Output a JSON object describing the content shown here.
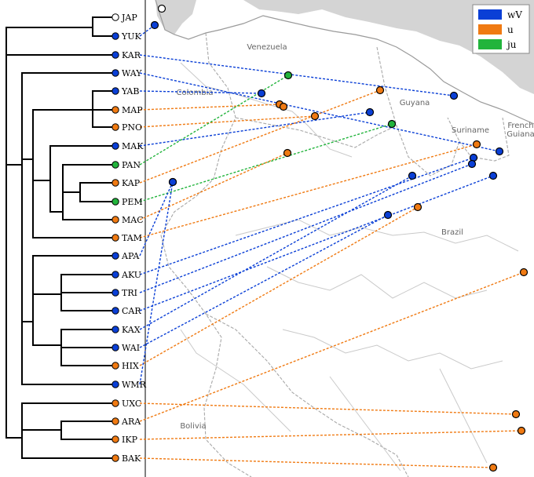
{
  "colors": {
    "wV": "#0a3fd6",
    "u": "#f07a12",
    "ju": "#22b43c",
    "JAP": "#ffffff",
    "tree": "#000000",
    "sea": "#ffffff",
    "land_gray": "#d4d4d4",
    "border": "#b8b8b8"
  },
  "legend": [
    {
      "key": "wV",
      "label": "wV"
    },
    {
      "key": "u",
      "label": "u"
    },
    {
      "key": "ju",
      "label": "ju"
    }
  ],
  "country_labels": [
    "Venezuela",
    "Colombia",
    "Guyana",
    "Suriname",
    "French Guiana",
    "Brazil",
    "Bolivia"
  ],
  "leaves": [
    {
      "name": "JAP",
      "group": "JAP"
    },
    {
      "name": "YUK",
      "group": "wV"
    },
    {
      "name": "KAR",
      "group": "wV"
    },
    {
      "name": "WAY",
      "group": "wV"
    },
    {
      "name": "YAB",
      "group": "wV"
    },
    {
      "name": "MAP",
      "group": "u"
    },
    {
      "name": "PNO",
      "group": "u"
    },
    {
      "name": "MAK",
      "group": "wV"
    },
    {
      "name": "PAN",
      "group": "ju"
    },
    {
      "name": "KAP",
      "group": "u"
    },
    {
      "name": "PEM",
      "group": "ju"
    },
    {
      "name": "MAC",
      "group": "u"
    },
    {
      "name": "TAM",
      "group": "u"
    },
    {
      "name": "APA",
      "group": "wV"
    },
    {
      "name": "AKU",
      "group": "wV"
    },
    {
      "name": "TRI",
      "group": "wV"
    },
    {
      "name": "CAR",
      "group": "wV"
    },
    {
      "name": "KAX",
      "group": "wV"
    },
    {
      "name": "WAI",
      "group": "wV"
    },
    {
      "name": "HIX",
      "group": "u"
    },
    {
      "name": "WMR",
      "group": "wV"
    },
    {
      "name": "UXC",
      "group": "u"
    },
    {
      "name": "ARA",
      "group": "u"
    },
    {
      "name": "IKP",
      "group": "u"
    },
    {
      "name": "BAK",
      "group": "u"
    }
  ]
}
